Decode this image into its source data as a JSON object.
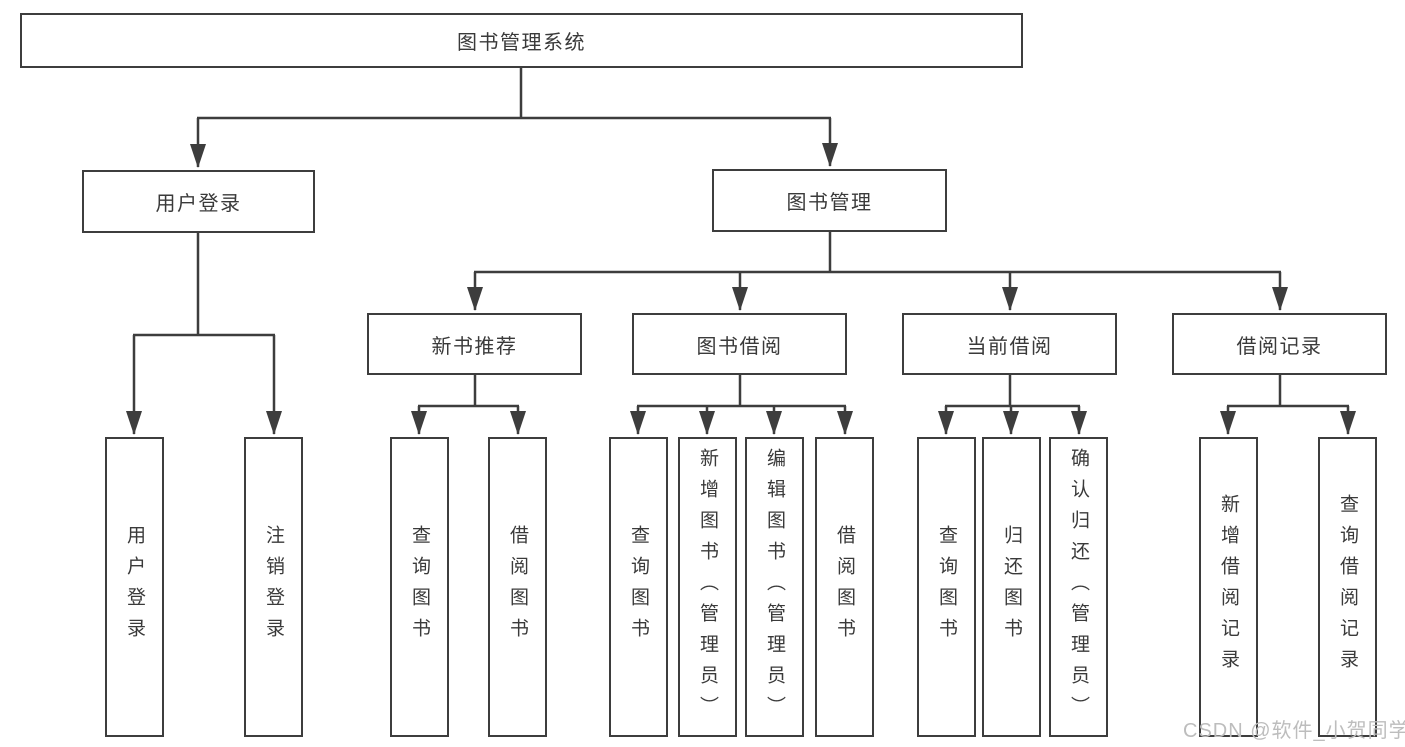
{
  "diagram": {
    "root": "图书管理系统",
    "level2": {
      "user_login": "用户登录",
      "book_mgmt": "图书管理"
    },
    "modules": {
      "new_books": "新书推荐",
      "borrowing": "图书借阅",
      "current": "当前借阅",
      "records": "借阅记录"
    },
    "leaves": {
      "login": "用户登录",
      "logout": "注销登录",
      "nb_query": "查询图书",
      "nb_borrow": "借阅图书",
      "bw_query": "查询图书",
      "bw_add": "新增图书（管理员）",
      "bw_edit": "编辑图书（管理员）",
      "bw_borrow": "借阅图书",
      "cur_query": "查询图书",
      "cur_return": "归还图书",
      "cur_confirm": "确认归还（管理员）",
      "rec_add": "新增借阅记录",
      "rec_query": "查询借阅记录"
    }
  },
  "watermark": "CSDN @软件_小贺同学",
  "colors": {
    "line": "#3d3d3d",
    "text": "#3a3a3a",
    "watermark": "#bdbdbd",
    "background": "#ffffff"
  }
}
